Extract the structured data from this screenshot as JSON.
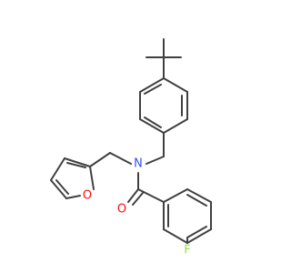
{
  "molecule": {
    "atoms": [
      {
        "id": "N",
        "label": "N",
        "color": "#3050F8"
      },
      {
        "id": "O1",
        "label": "O",
        "color": "#FF0D0D"
      },
      {
        "id": "O2",
        "label": "O",
        "color": "#FF0D0D"
      },
      {
        "id": "F",
        "label": "F",
        "color": "#90E050"
      }
    ],
    "bond_color": "#404040"
  }
}
